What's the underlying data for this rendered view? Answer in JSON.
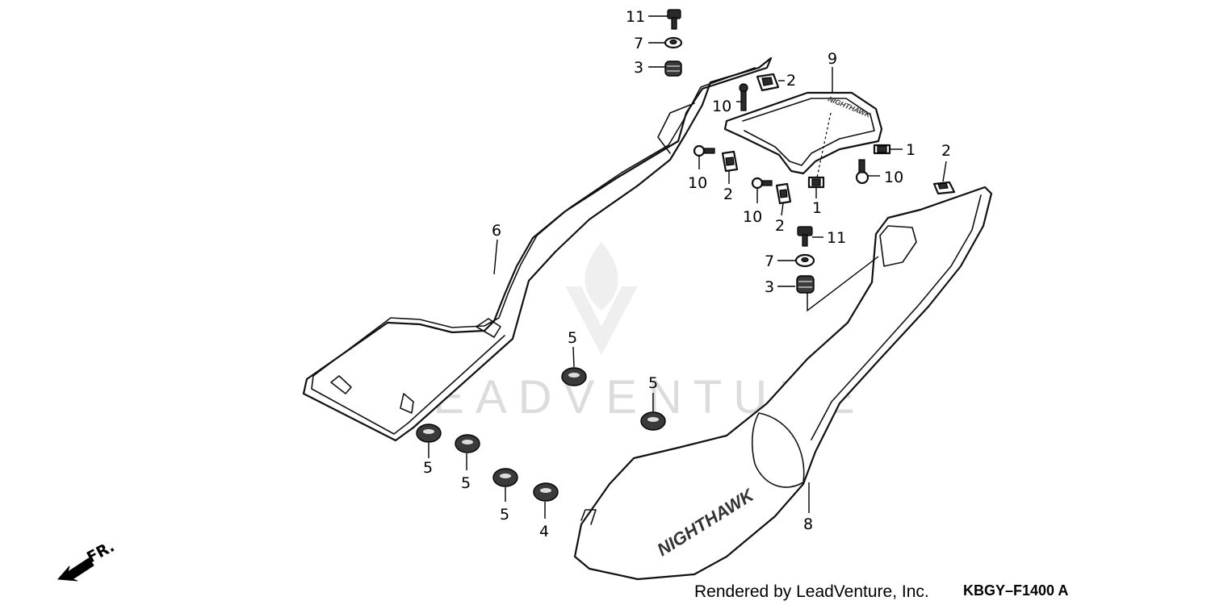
{
  "diagram": {
    "watermark": "LEADVENTURE",
    "footer_text": "Rendered by LeadVenture, Inc.",
    "diagram_code": "KBGY–F1400 A",
    "direction_label": "FR.",
    "side_cover_emblem": "NIGHTHAWK",
    "rear_cowl_emblem": "NIGHTHAWK",
    "callouts": {
      "c11a": "11",
      "c7a": "7",
      "c3a": "3",
      "c2a": "2",
      "c10a": "10",
      "c9": "9",
      "c10b": "10",
      "c2b": "2",
      "c10c": "10",
      "c2c": "2",
      "c1a": "1",
      "c1b": "1",
      "c10d": "10",
      "c2d": "2",
      "c6": "6",
      "c11b": "11",
      "c7b": "7",
      "c3b": "3",
      "c5a": "5",
      "c5b": "5",
      "c5c": "5",
      "c5d": "5",
      "c5e": "5",
      "c4": "4",
      "c8": "8"
    }
  }
}
